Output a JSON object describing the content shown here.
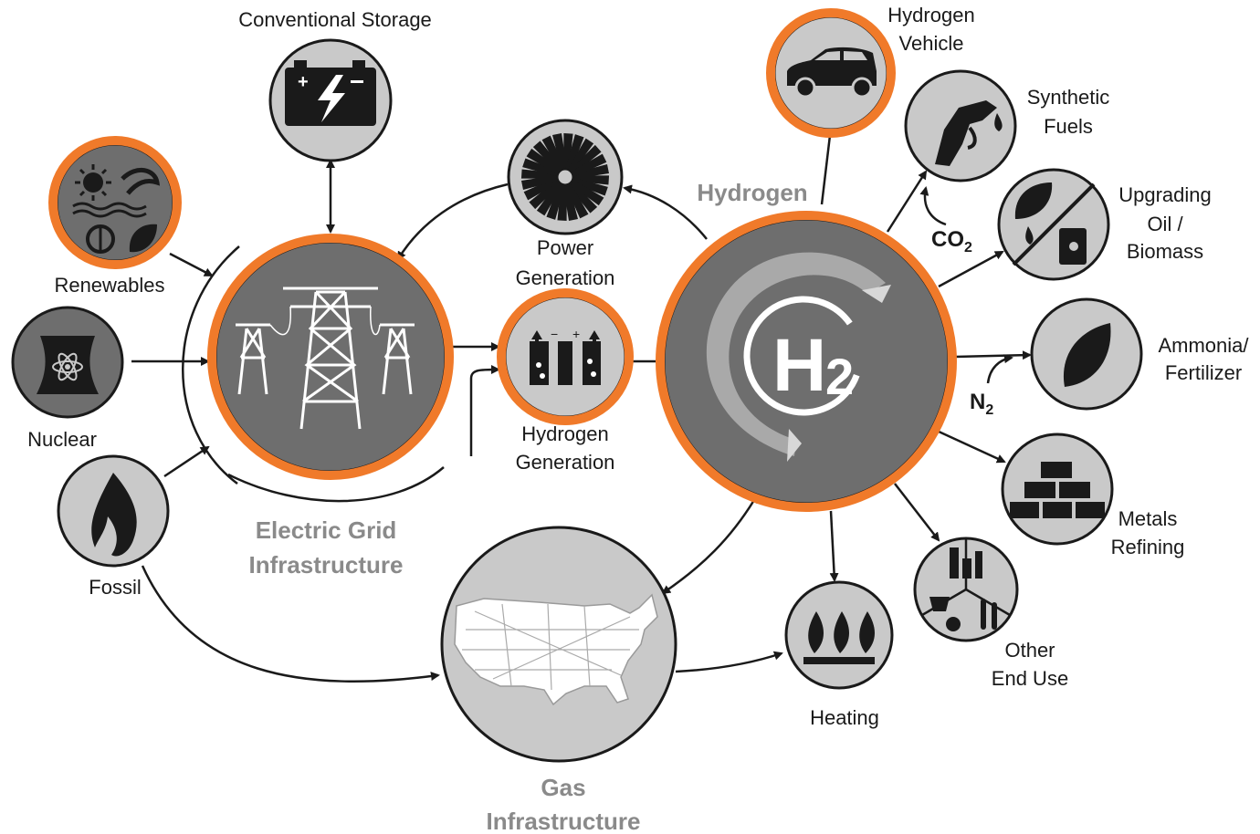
{
  "labels": {
    "conventional_storage": "Conventional Storage",
    "hydrogen_vehicle_1": "Hydrogen",
    "hydrogen_vehicle_2": "Vehicle",
    "synthetic_fuels_1": "Synthetic",
    "synthetic_fuels_2": "Fuels",
    "upgrading_1": "Upgrading",
    "upgrading_2": "Oil /",
    "upgrading_3": "Biomass",
    "ammonia_1": "Ammonia/",
    "ammonia_2": "Fertilizer",
    "metals_1": "Metals",
    "metals_2": "Refining",
    "other_1": "Other",
    "other_2": "End Use",
    "heating": "Heating",
    "renewables": "Renewables",
    "nuclear": "Nuclear",
    "fossil": "Fossil",
    "power_gen_1": "Power",
    "power_gen_2": "Generation",
    "hydrogen_gen_1": "Hydrogen",
    "hydrogen_gen_2": "Generation",
    "hydrogen_hub": "Hydrogen",
    "grid_1": "Electric Grid",
    "grid_2": "Infrastructure",
    "gas_1": "Gas",
    "gas_2": "Infrastructure",
    "co2": "CO",
    "co2_sub": "2",
    "n2": "N",
    "n2_sub": "2",
    "h2_main": "H",
    "h2_sub": "2"
  },
  "colors": {
    "highlight": "#f07a2a",
    "node_fill": "#c9c9c9",
    "node_dark": "#6e6e6e",
    "ink": "#1a1a1a"
  }
}
